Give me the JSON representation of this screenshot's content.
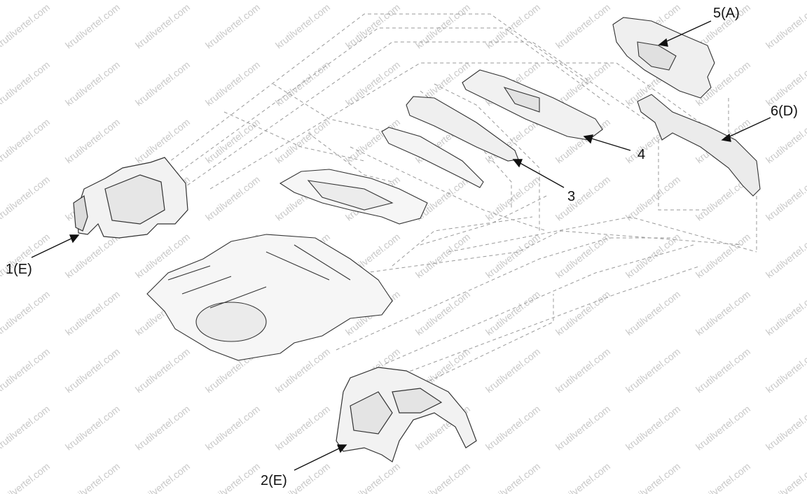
{
  "watermark": "krutilvertel.com",
  "callouts": {
    "part1": "1(E)",
    "part2": "2(E)",
    "part3": "3",
    "part4": "4",
    "part5": "5(A)",
    "part6": "6(D)"
  }
}
